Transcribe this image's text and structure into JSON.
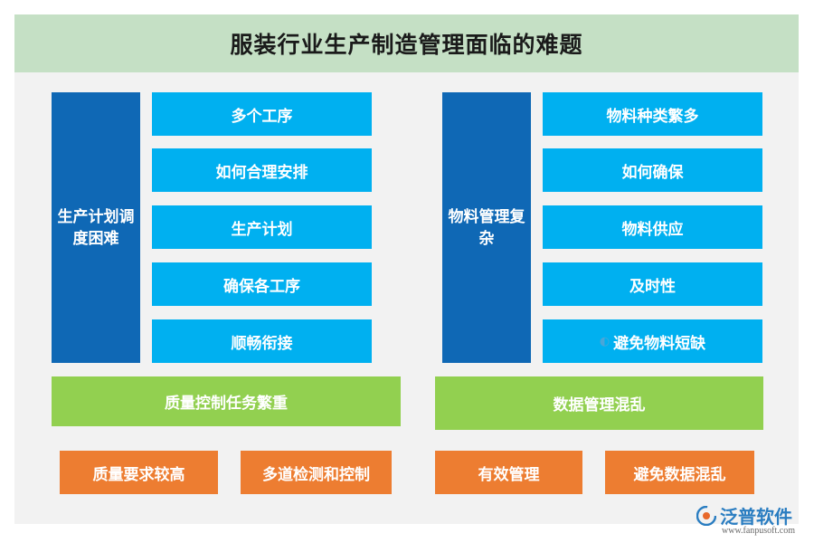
{
  "title": "服装行业生产制造管理面临的难题",
  "left_group": {
    "header": "生产计划调度困难",
    "items": [
      "多个工序",
      "如何合理安排",
      "生产计划",
      "确保各工序",
      "顺畅衔接"
    ]
  },
  "right_group": {
    "header": "物料管理复杂",
    "items": [
      "物料种类繁多",
      "如何确保",
      "物料供应",
      "及时性",
      "避免物料短缺"
    ]
  },
  "quality": {
    "label": "质量控制任务繁重",
    "subs": [
      "质量要求较高",
      "多道检测和控制"
    ]
  },
  "data_mgmt": {
    "label": "数据管理混乱",
    "subs": [
      "有效管理",
      "避免数据混乱"
    ]
  },
  "logo": {
    "name": "泛普软件",
    "url": "www.fanpusoft.com"
  },
  "colors": {
    "dark_blue": "#0f68b5",
    "light_blue": "#00b0f0",
    "green": "#92d050",
    "orange": "#ed7d31",
    "title_bg": "#c5e0c5",
    "panel_bg": "#f2f2f2"
  }
}
